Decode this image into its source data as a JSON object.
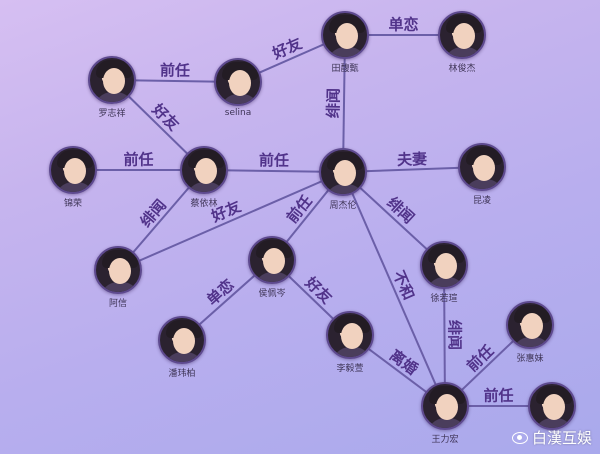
{
  "people": [
    {
      "id": "tian",
      "name": "田馥甄"
    },
    {
      "id": "lin",
      "name": "林俊杰"
    },
    {
      "id": "luo",
      "name": "罗志祥"
    },
    {
      "id": "selina",
      "name": "selina"
    },
    {
      "id": "zhou",
      "name": "周杰伦"
    },
    {
      "id": "kun",
      "name": "昆凌"
    },
    {
      "id": "jin",
      "name": "锦荣"
    },
    {
      "id": "cai",
      "name": "蔡依林"
    },
    {
      "id": "xu",
      "name": "徐若瑄"
    },
    {
      "id": "a",
      "name": "阿信"
    },
    {
      "id": "hou",
      "name": "侯佩岑"
    },
    {
      "id": "pan",
      "name": "潘玮柏"
    },
    {
      "id": "li",
      "name": "李毅萱"
    },
    {
      "id": "zhang",
      "name": "张惠妹"
    },
    {
      "id": "mei",
      "name": ""
    },
    {
      "id": "wang",
      "name": "王力宏"
    }
  ],
  "relations": [
    {
      "from": "tian",
      "to": "lin",
      "label": "单恋"
    },
    {
      "from": "selina",
      "to": "tian",
      "label": "好友"
    },
    {
      "from": "luo",
      "to": "selina",
      "label": "前任"
    },
    {
      "from": "luo",
      "to": "cai",
      "label": "好友"
    },
    {
      "from": "zhou",
      "to": "tian",
      "label": "绯闻"
    },
    {
      "from": "jin",
      "to": "cai",
      "label": "前任"
    },
    {
      "from": "cai",
      "to": "zhou",
      "label": "前任"
    },
    {
      "from": "zhou",
      "to": "kun",
      "label": "夫妻"
    },
    {
      "from": "cai",
      "to": "a",
      "label": "绯闻"
    },
    {
      "from": "zhou",
      "to": "a",
      "label": "好友"
    },
    {
      "from": "zhou",
      "to": "hou",
      "label": "前任"
    },
    {
      "from": "zhou",
      "to": "xu",
      "label": "绯闻"
    },
    {
      "from": "zhou",
      "to": "wang",
      "label": "不和"
    },
    {
      "from": "hou",
      "to": "pan",
      "label": "单恋"
    },
    {
      "from": "hou",
      "to": "li",
      "label": "好友"
    },
    {
      "from": "li",
      "to": "wang",
      "label": "离婚"
    },
    {
      "from": "xu",
      "to": "wang",
      "label": "绯闻"
    },
    {
      "from": "wang",
      "to": "zhang",
      "label": "前任"
    },
    {
      "from": "wang",
      "to": "mei",
      "label": "前任"
    }
  ],
  "watermark": "白漢互娛",
  "colors": {
    "line": "#6b5fa8",
    "label": "#51338a"
  }
}
